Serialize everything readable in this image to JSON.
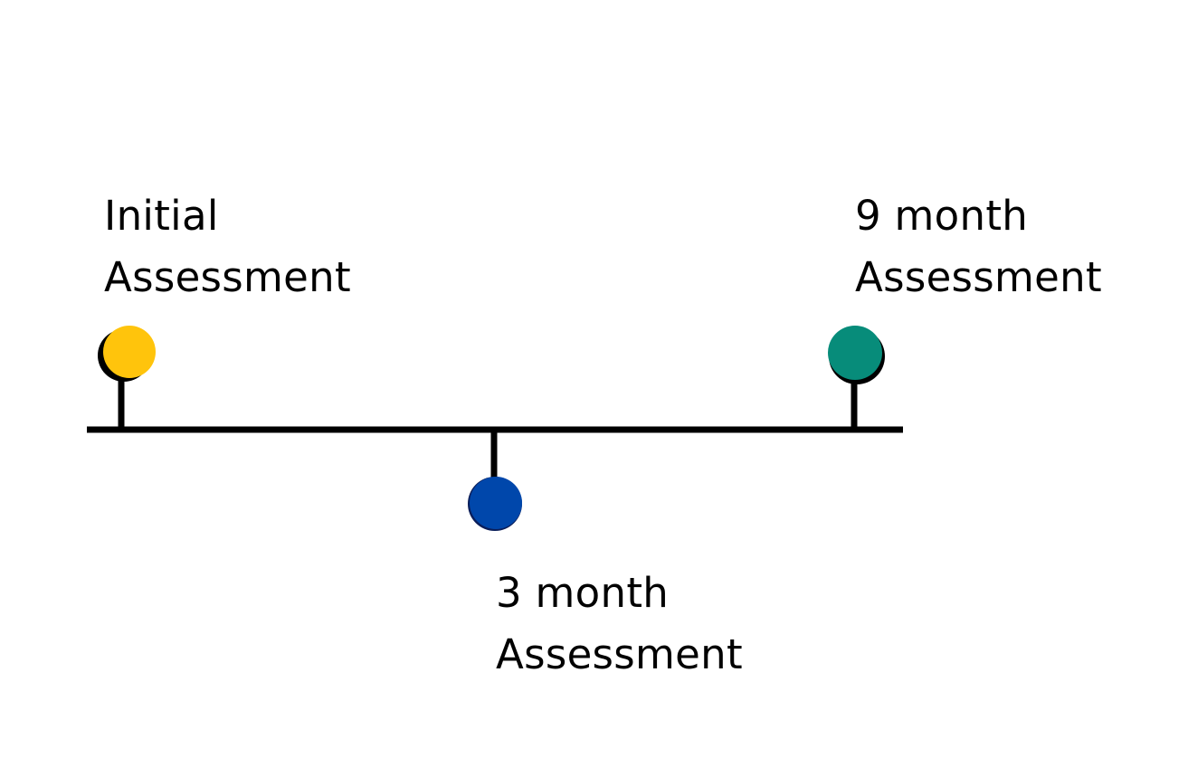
{
  "milestones": {
    "initial": {
      "line1": "Initial",
      "line2": "Assessment",
      "color": "#FFC40C"
    },
    "three_month": {
      "line1": "3 month",
      "line2": "Assessment",
      "color": "#0047AB"
    },
    "nine_month": {
      "line1": "9 month",
      "line2": "Assessment",
      "color": "#078C7A"
    }
  },
  "line_color": "#000000"
}
